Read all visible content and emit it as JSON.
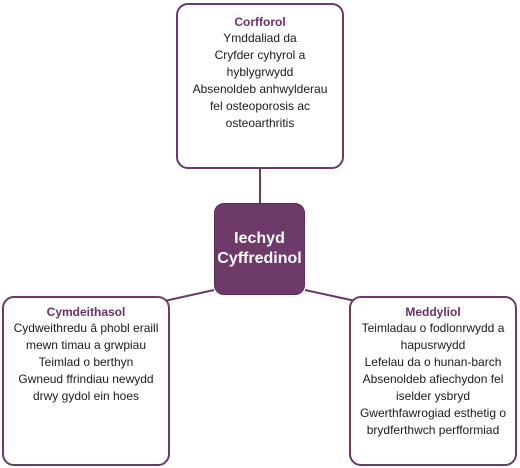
{
  "center": {
    "line1": "Iechyd",
    "line2": "Cyffredinol"
  },
  "physical": {
    "title": "Corfforol",
    "lines": [
      "Ymddaliad da",
      "Cryfder cyhyrol a",
      "hyblygrwydd",
      "Absenoldeb anhwylderau",
      "fel osteoporosis ac",
      "osteoarthritis"
    ]
  },
  "social": {
    "title": "Cymdeithasol",
    "lines": [
      "Cydweithredu â phobl eraill",
      "mewn timau a grwpiau",
      "Teimlad o berthyn",
      "Gwneud ffrindiau newydd",
      "drwy gydol ein hoes"
    ]
  },
  "mental": {
    "title": "Meddyliol",
    "lines": [
      "Teimladau o fodlonrwydd a",
      "hapusrwydd",
      "Lefelau da o hunan-barch",
      "Absenoldeb afiechydon fel",
      "iselder ysbryd",
      "Gwerthfawrogiad esthetig o",
      "brydferthwch perfformiad"
    ]
  },
  "colors": {
    "accent": "#6e3a6a",
    "connector": "#6b3a67",
    "title": "#6b2f66"
  }
}
